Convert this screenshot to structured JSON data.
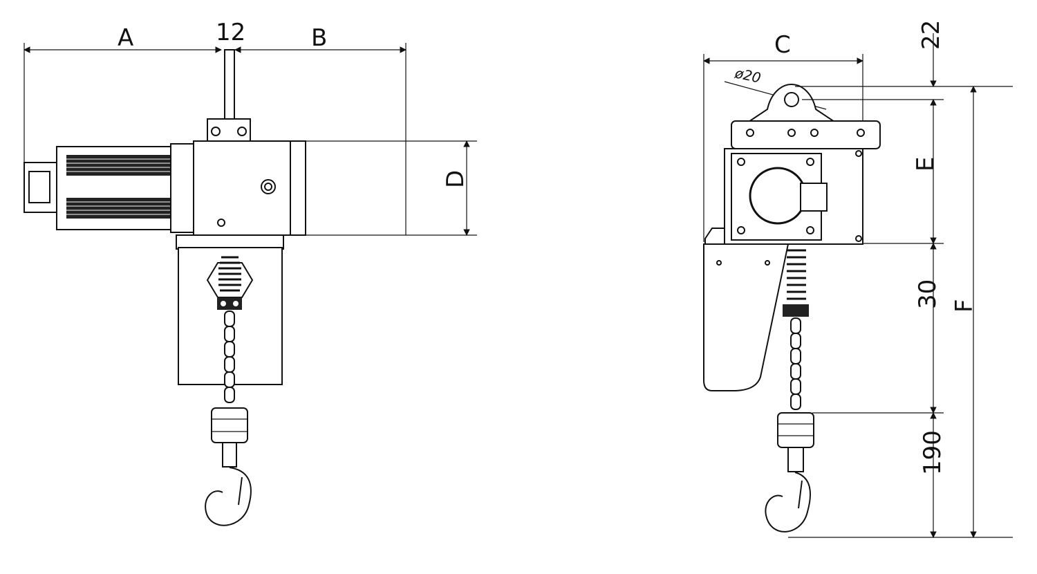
{
  "labels": {
    "A": "A",
    "twelve": "12",
    "B": "B",
    "D": "D",
    "C": "C",
    "twentytwo": "22",
    "phi20": "ø20",
    "E": "E",
    "thirty": "30",
    "F": "F",
    "onenineteen": "190"
  }
}
